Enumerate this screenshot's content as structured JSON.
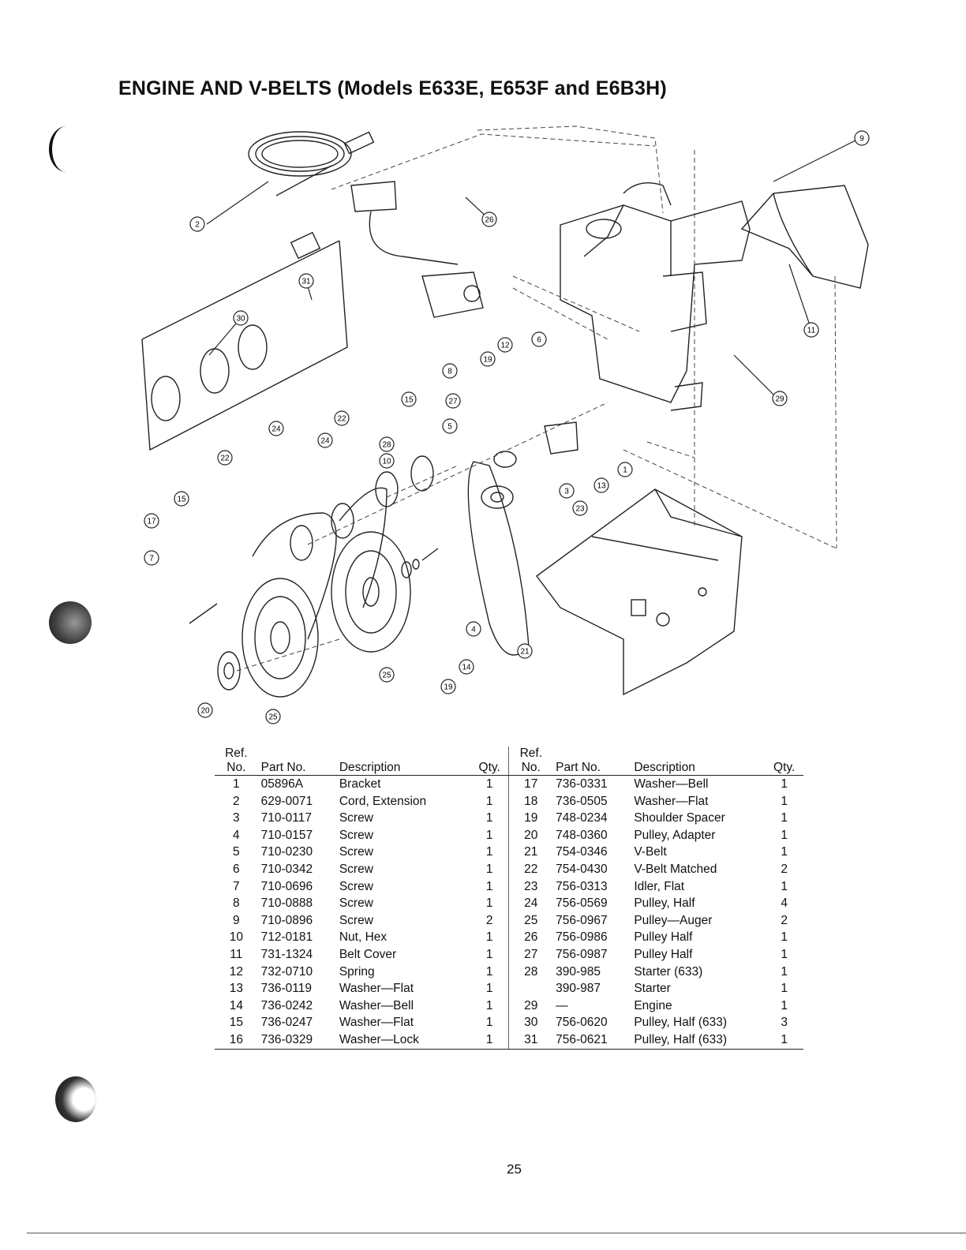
{
  "title": "ENGINE AND V-BELTS (Models E633E, E653F and E6B3H)",
  "diagram": {
    "callouts": [
      "2",
      "26",
      "9",
      "31",
      "30",
      "11",
      "29",
      "12",
      "6",
      "19",
      "8",
      "15",
      "27",
      "5",
      "28",
      "10",
      "22",
      "24",
      "24",
      "22",
      "1",
      "13",
      "3",
      "23",
      "15",
      "17",
      "7",
      "4",
      "21",
      "14",
      "19",
      "25",
      "20",
      "25"
    ]
  },
  "table": {
    "headers": {
      "ref_top": "Ref.",
      "ref_no": "No.",
      "part_no": "Part No.",
      "description": "Description",
      "qty": "Qty."
    },
    "rows": [
      {
        "left": {
          "ref": "1",
          "part": "05896A",
          "desc": "Bracket",
          "qty": "1"
        },
        "right": {
          "ref": "17",
          "part": "736-0331",
          "desc": "Washer—Bell",
          "qty": "1"
        }
      },
      {
        "left": {
          "ref": "2",
          "part": "629-0071",
          "desc": "Cord, Extension",
          "qty": "1"
        },
        "right": {
          "ref": "18",
          "part": "736-0505",
          "desc": "Washer—Flat",
          "qty": "1"
        }
      },
      {
        "left": {
          "ref": "3",
          "part": "710-0117",
          "desc": "Screw",
          "qty": "1"
        },
        "right": {
          "ref": "19",
          "part": "748-0234",
          "desc": "Shoulder Spacer",
          "qty": "1"
        }
      },
      {
        "left": {
          "ref": "4",
          "part": "710-0157",
          "desc": "Screw",
          "qty": "1"
        },
        "right": {
          "ref": "20",
          "part": "748-0360",
          "desc": "Pulley, Adapter",
          "qty": "1"
        }
      },
      {
        "left": {
          "ref": "5",
          "part": "710-0230",
          "desc": "Screw",
          "qty": "1"
        },
        "right": {
          "ref": "21",
          "part": "754-0346",
          "desc": "V-Belt",
          "qty": "1"
        }
      },
      {
        "left": {
          "ref": "6",
          "part": "710-0342",
          "desc": "Screw",
          "qty": "1"
        },
        "right": {
          "ref": "22",
          "part": "754-0430",
          "desc": "V-Belt Matched",
          "qty": "2"
        }
      },
      {
        "left": {
          "ref": "7",
          "part": "710-0696",
          "desc": "Screw",
          "qty": "1"
        },
        "right": {
          "ref": "23",
          "part": "756-0313",
          "desc": "Idler, Flat",
          "qty": "1"
        }
      },
      {
        "left": {
          "ref": "8",
          "part": "710-0888",
          "desc": "Screw",
          "qty": "1"
        },
        "right": {
          "ref": "24",
          "part": "756-0569",
          "desc": "Pulley, Half",
          "qty": "4"
        }
      },
      {
        "left": {
          "ref": "9",
          "part": "710-0896",
          "desc": "Screw",
          "qty": "2"
        },
        "right": {
          "ref": "25",
          "part": "756-0967",
          "desc": "Pulley—Auger",
          "qty": "2"
        }
      },
      {
        "left": {
          "ref": "10",
          "part": "712-0181",
          "desc": "Nut, Hex",
          "qty": "1"
        },
        "right": {
          "ref": "26",
          "part": "756-0986",
          "desc": "Pulley Half",
          "qty": "1"
        }
      },
      {
        "left": {
          "ref": "11",
          "part": "731-1324",
          "desc": "Belt Cover",
          "qty": "1"
        },
        "right": {
          "ref": "27",
          "part": "756-0987",
          "desc": "Pulley Half",
          "qty": "1"
        }
      },
      {
        "left": {
          "ref": "12",
          "part": "732-0710",
          "desc": "Spring",
          "qty": "1"
        },
        "right": {
          "ref": "28",
          "part": "390-985",
          "desc": "Starter (633)",
          "qty": "1"
        }
      },
      {
        "left": {
          "ref": "13",
          "part": "736-0119",
          "desc": "Washer—Flat",
          "qty": "1"
        },
        "right": {
          "ref": "",
          "part": "390-987",
          "desc": "Starter",
          "qty": "1"
        }
      },
      {
        "left": {
          "ref": "14",
          "part": "736-0242",
          "desc": "Washer—Bell",
          "qty": "1"
        },
        "right": {
          "ref": "29",
          "part": "—",
          "desc": "Engine",
          "qty": "1"
        }
      },
      {
        "left": {
          "ref": "15",
          "part": "736-0247",
          "desc": "Washer—Flat",
          "qty": "1"
        },
        "right": {
          "ref": "30",
          "part": "756-0620",
          "desc": "Pulley, Half (633)",
          "qty": "3"
        }
      },
      {
        "left": {
          "ref": "16",
          "part": "736-0329",
          "desc": "Washer—Lock",
          "qty": "1"
        },
        "right": {
          "ref": "31",
          "part": "756-0621",
          "desc": "Pulley, Half (633)",
          "qty": "1"
        }
      }
    ]
  },
  "page_number": "25"
}
